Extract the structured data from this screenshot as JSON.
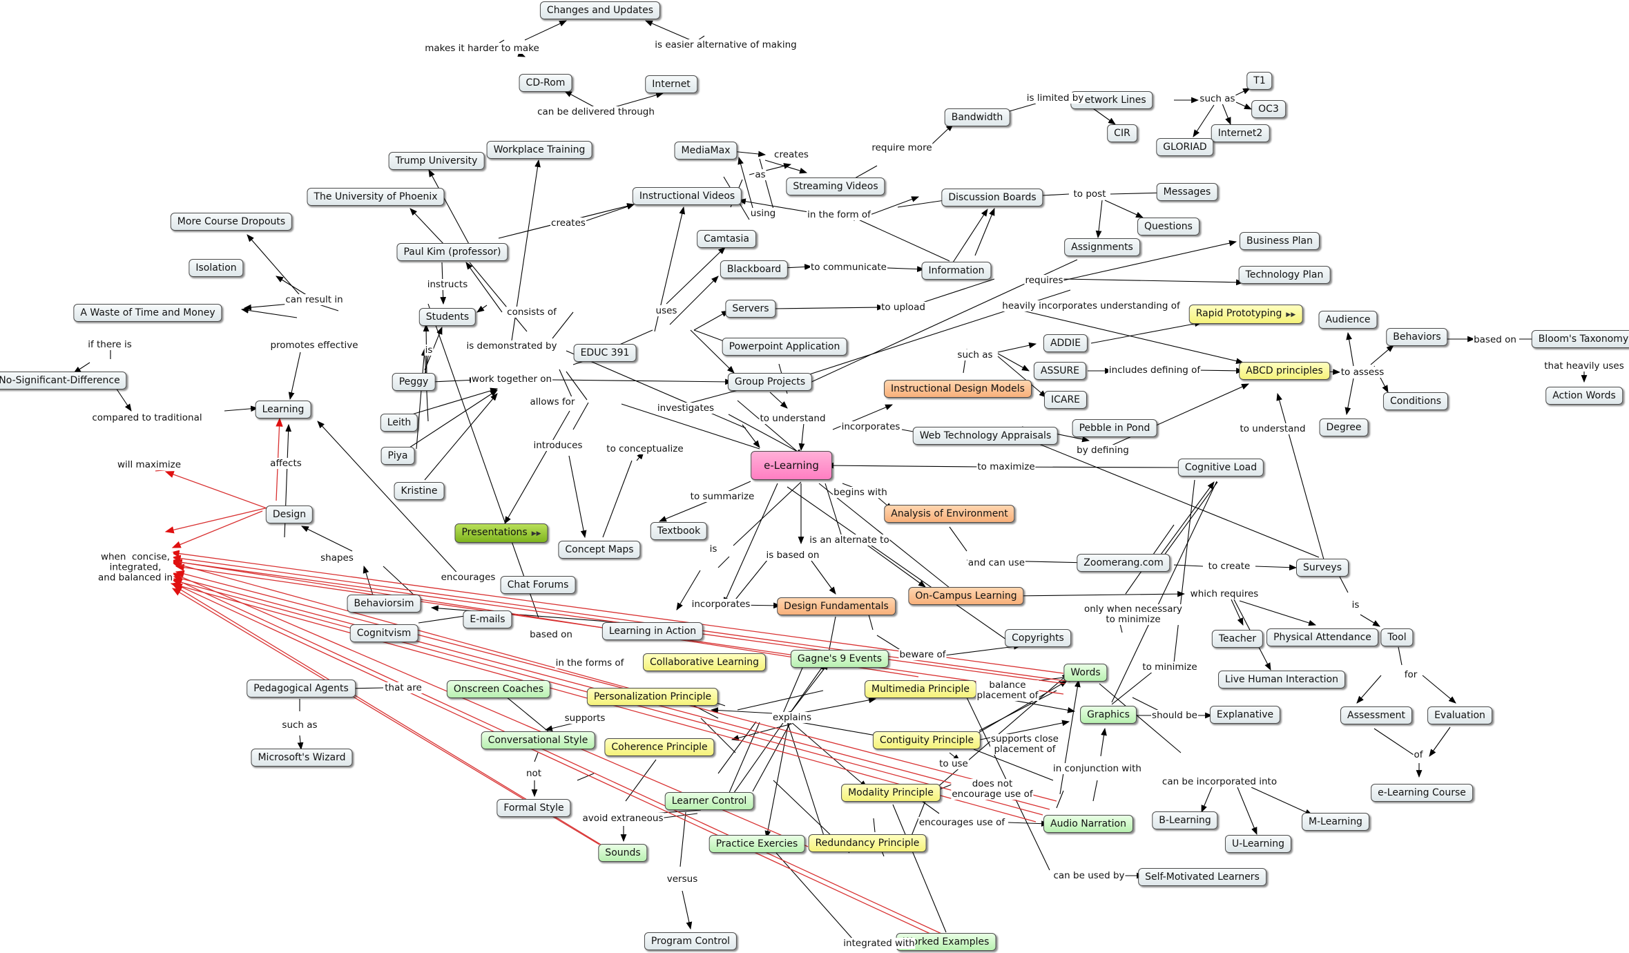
{
  "diagram": {
    "title": "",
    "nodes": [
      {
        "id": "n1",
        "text": "Changes and Updates",
        "style": "plain"
      },
      {
        "id": "n2",
        "text": "CD-Rom",
        "style": "plain"
      },
      {
        "id": "n3",
        "text": "Internet",
        "style": "plain"
      },
      {
        "id": "n4",
        "text": "MediaMax",
        "style": "plain"
      },
      {
        "id": "n5",
        "text": "Streaming Videos",
        "style": "plain"
      },
      {
        "id": "n6",
        "text": "Bandwidth",
        "style": "plain"
      },
      {
        "id": "n7",
        "text": "Network Lines",
        "style": "plain"
      },
      {
        "id": "n8",
        "text": "CIR",
        "style": "plain"
      },
      {
        "id": "n9",
        "text": "T1",
        "style": "plain"
      },
      {
        "id": "n10",
        "text": "OC3",
        "style": "plain"
      },
      {
        "id": "n11",
        "text": "Internet2",
        "style": "plain"
      },
      {
        "id": "n12",
        "text": "GLORIAD",
        "style": "plain"
      },
      {
        "id": "n13",
        "text": "Workplace Training",
        "style": "plain"
      },
      {
        "id": "n14",
        "text": "Trump University",
        "style": "plain"
      },
      {
        "id": "n15",
        "text": "The University of Phoenix",
        "style": "plain"
      },
      {
        "id": "n16",
        "text": "Instructional Videos",
        "style": "plain"
      },
      {
        "id": "n17",
        "text": "Discussion Boards",
        "style": "plain"
      },
      {
        "id": "n18",
        "text": "Messages",
        "style": "plain"
      },
      {
        "id": "n19",
        "text": "Questions",
        "style": "plain"
      },
      {
        "id": "n20",
        "text": "More Course Dropouts",
        "style": "plain"
      },
      {
        "id": "n21",
        "text": "Camtasia",
        "style": "plain"
      },
      {
        "id": "n22",
        "text": "Paul Kim (professor)",
        "style": "plain"
      },
      {
        "id": "n23",
        "text": "Isolation",
        "style": "plain"
      },
      {
        "id": "n24",
        "text": "Blackboard",
        "style": "plain"
      },
      {
        "id": "n25",
        "text": "Information",
        "style": "plain"
      },
      {
        "id": "n26",
        "text": "Assignments",
        "style": "plain"
      },
      {
        "id": "n27",
        "text": "Business Plan",
        "style": "plain"
      },
      {
        "id": "n28",
        "text": "Technology Plan",
        "style": "plain"
      },
      {
        "id": "n29",
        "text": "A Waste of Time and Money",
        "style": "plain"
      },
      {
        "id": "n30",
        "text": "Students",
        "style": "plain"
      },
      {
        "id": "n31",
        "text": "Servers",
        "style": "plain"
      },
      {
        "id": "n32",
        "text": "Rapid Prototyping",
        "style": "yellow-linked"
      },
      {
        "id": "n33",
        "text": "Audience",
        "style": "plain"
      },
      {
        "id": "n34",
        "text": "Behaviors",
        "style": "plain"
      },
      {
        "id": "n35",
        "text": "Bloom's Taxonomy",
        "style": "plain"
      },
      {
        "id": "n36",
        "text": "ADDIE",
        "style": "plain"
      },
      {
        "id": "n37",
        "text": "EDUC 391",
        "style": "plain"
      },
      {
        "id": "n38",
        "text": "Powerpoint Application",
        "style": "plain"
      },
      {
        "id": "n39",
        "text": "ASSURE",
        "style": "plain"
      },
      {
        "id": "n40",
        "text": "ABCD principles",
        "style": "yellow"
      },
      {
        "id": "n41",
        "text": "Action Words",
        "style": "plain"
      },
      {
        "id": "n42",
        "text": "No-Significant-Difference",
        "style": "plain"
      },
      {
        "id": "n43",
        "text": "Peggy",
        "style": "plain"
      },
      {
        "id": "n44",
        "text": "Group Projects",
        "style": "plain"
      },
      {
        "id": "n45",
        "text": "Instructional Design Models",
        "style": "orange"
      },
      {
        "id": "n46",
        "text": "Conditions",
        "style": "plain"
      },
      {
        "id": "n47",
        "text": "Learning",
        "style": "plain"
      },
      {
        "id": "n48",
        "text": "ICARE",
        "style": "plain"
      },
      {
        "id": "n49",
        "text": "Leith",
        "style": "plain"
      },
      {
        "id": "n50",
        "text": "Pebble in Pond",
        "style": "plain"
      },
      {
        "id": "n51",
        "text": "Degree",
        "style": "plain"
      },
      {
        "id": "n52",
        "text": "Web Technology Appraisals",
        "style": "plain"
      },
      {
        "id": "n53",
        "text": "Piya",
        "style": "plain"
      },
      {
        "id": "n54",
        "text": "e-Learning",
        "style": "pink"
      },
      {
        "id": "n55",
        "text": "Cognitive Load",
        "style": "plain"
      },
      {
        "id": "n56",
        "text": "Kristine",
        "style": "plain"
      },
      {
        "id": "n57",
        "text": "Design",
        "style": "plain"
      },
      {
        "id": "n58",
        "text": "Analysis of Environment",
        "style": "orange"
      },
      {
        "id": "n59",
        "text": "Presentations",
        "style": "lime-linked"
      },
      {
        "id": "n60",
        "text": "Textbook",
        "style": "plain"
      },
      {
        "id": "n61",
        "text": "Concept Maps",
        "style": "plain"
      },
      {
        "id": "n62",
        "text": "Zoomerang.com",
        "style": "plain"
      },
      {
        "id": "n63",
        "text": "Surveys",
        "style": "plain"
      },
      {
        "id": "n64",
        "text": "Chat Forums",
        "style": "plain"
      },
      {
        "id": "n65",
        "text": "Behaviorsim",
        "style": "plain"
      },
      {
        "id": "n66",
        "text": "E-mails",
        "style": "plain"
      },
      {
        "id": "n67",
        "text": "Design Fundamentals",
        "style": "orange"
      },
      {
        "id": "n68",
        "text": "On-Campus Learning",
        "style": "orange"
      },
      {
        "id": "n69",
        "text": "Cognitvism",
        "style": "plain"
      },
      {
        "id": "n70",
        "text": "Learning in Action",
        "style": "plain"
      },
      {
        "id": "n71",
        "text": "Copyrights",
        "style": "plain"
      },
      {
        "id": "n72",
        "text": "Teacher",
        "style": "plain"
      },
      {
        "id": "n73",
        "text": "Physical Attendance",
        "style": "plain"
      },
      {
        "id": "n74",
        "text": "Tool",
        "style": "plain"
      },
      {
        "id": "n75",
        "text": "Collaborative Learning",
        "style": "yellow"
      },
      {
        "id": "n76",
        "text": "Gagne's 9 Events",
        "style": "green"
      },
      {
        "id": "n77",
        "text": "Words",
        "style": "green"
      },
      {
        "id": "n78",
        "text": "Live Human Interaction",
        "style": "plain"
      },
      {
        "id": "n79",
        "text": "Pedagogical Agents",
        "style": "plain"
      },
      {
        "id": "n80",
        "text": "Onscreen Coaches",
        "style": "green"
      },
      {
        "id": "n81",
        "text": "Personalization Principle",
        "style": "yellow"
      },
      {
        "id": "n82",
        "text": "Multimedia Principle",
        "style": "yellow"
      },
      {
        "id": "n83",
        "text": "Graphics",
        "style": "green"
      },
      {
        "id": "n84",
        "text": "Explanative",
        "style": "plain"
      },
      {
        "id": "n85",
        "text": "Assessment",
        "style": "plain"
      },
      {
        "id": "n86",
        "text": "Evaluation",
        "style": "plain"
      },
      {
        "id": "n87",
        "text": "Conversational Style",
        "style": "green"
      },
      {
        "id": "n88",
        "text": "Coherence Principle",
        "style": "yellow"
      },
      {
        "id": "n89",
        "text": "Contiguity Principle",
        "style": "yellow"
      },
      {
        "id": "n90",
        "text": "Microsoft's Wizard",
        "style": "plain"
      },
      {
        "id": "n91",
        "text": "Learner Control",
        "style": "green"
      },
      {
        "id": "n92",
        "text": "Modality Principle",
        "style": "yellow"
      },
      {
        "id": "n93",
        "text": "e-Learning Course",
        "style": "plain"
      },
      {
        "id": "n94",
        "text": "Formal Style",
        "style": "plain"
      },
      {
        "id": "n95",
        "text": "B-Learning",
        "style": "plain"
      },
      {
        "id": "n96",
        "text": "M-Learning",
        "style": "plain"
      },
      {
        "id": "n97",
        "text": "Audio Narration",
        "style": "green"
      },
      {
        "id": "n98",
        "text": "Practice Exercies",
        "style": "green"
      },
      {
        "id": "n99",
        "text": "Redundancy Principle",
        "style": "yellow"
      },
      {
        "id": "n100",
        "text": "U-Learning",
        "style": "plain"
      },
      {
        "id": "n101",
        "text": "Sounds",
        "style": "green"
      },
      {
        "id": "n102",
        "text": "Self-Motivated Learners",
        "style": "plain"
      },
      {
        "id": "n103",
        "text": "Program Control",
        "style": "plain"
      },
      {
        "id": "n104",
        "text": "Worked Examples",
        "style": "green"
      }
    ],
    "labels": [
      "makes it harder to make",
      "is easier alternative of making",
      "can be delivered through",
      "creates",
      "as",
      "using",
      "require more",
      "is limited by",
      "such as",
      "in the form of",
      "to post",
      "creates",
      "instructs",
      "can result in",
      "to communicate",
      "requires",
      "consists of",
      "uses",
      "to upload",
      "heavily incorporates understanding of",
      "if there is",
      "promotes effective",
      "is demonstrated by",
      "is",
      "work together on",
      "such as",
      "includes defining of",
      "to assess",
      "based on",
      "that heavily uses",
      "compared to traditional",
      "allows for",
      "investigates",
      "to understand",
      "incorporates",
      "to understand",
      "introduces",
      "to conceptualize",
      "by defining",
      "to maximize",
      "will maximize",
      "affects",
      "begins with",
      "to summarize",
      "is an alternate to",
      "and can use",
      "to create",
      "is",
      "shapes",
      "when  concise,\nintegrated,\nand balanced in",
      "encourages",
      "is",
      "is based on",
      "incorporates",
      "which requires",
      "only when necessary\nto minimize",
      "based on",
      "in the forms of",
      "beware of",
      "to minimize",
      "for",
      "that are",
      "balance\nplacement of",
      "supports",
      "explains",
      "should be",
      "such as",
      "not",
      "supports close\nplacement of",
      "of",
      "to use",
      "in conjunction with",
      "does not\nencourage use of",
      "can be incorporated into",
      "avoid extraneous",
      "encourages use of",
      "versus",
      "can be used by",
      "integrated with"
    ]
  }
}
